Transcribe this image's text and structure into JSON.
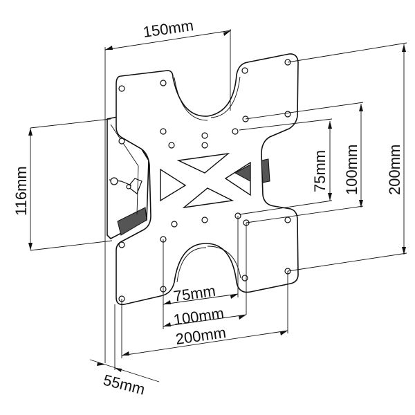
{
  "dimensions": {
    "top_width": "150mm",
    "left_height": "116mm",
    "inner_75_vertical": "75mm",
    "inner_100_vertical": "100mm",
    "outer_200_vertical": "200mm",
    "bottom_75": "75mm",
    "bottom_100": "100mm",
    "bottom_200": "200mm",
    "depth": "55mm"
  }
}
